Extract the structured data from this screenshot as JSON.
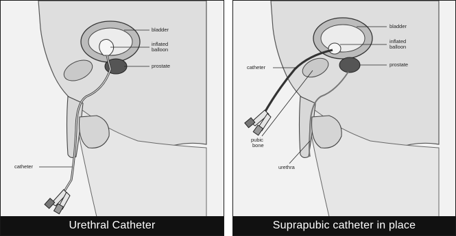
{
  "panels": [
    {
      "caption": "Urethral Catheter",
      "labels": {
        "bladder": "bladder",
        "balloon_1": "inflated",
        "balloon_2": "balloon",
        "prostate": "prostate",
        "catheter": "catheter"
      }
    },
    {
      "caption": "Suprapubic catheter in place",
      "labels": {
        "bladder": "bladder",
        "balloon_1": "inflated",
        "balloon_2": "balloon",
        "prostate": "prostate",
        "catheter": "catheter",
        "pubic_1": "pubic",
        "pubic_2": "bone",
        "urethra": "urethra"
      }
    }
  ]
}
